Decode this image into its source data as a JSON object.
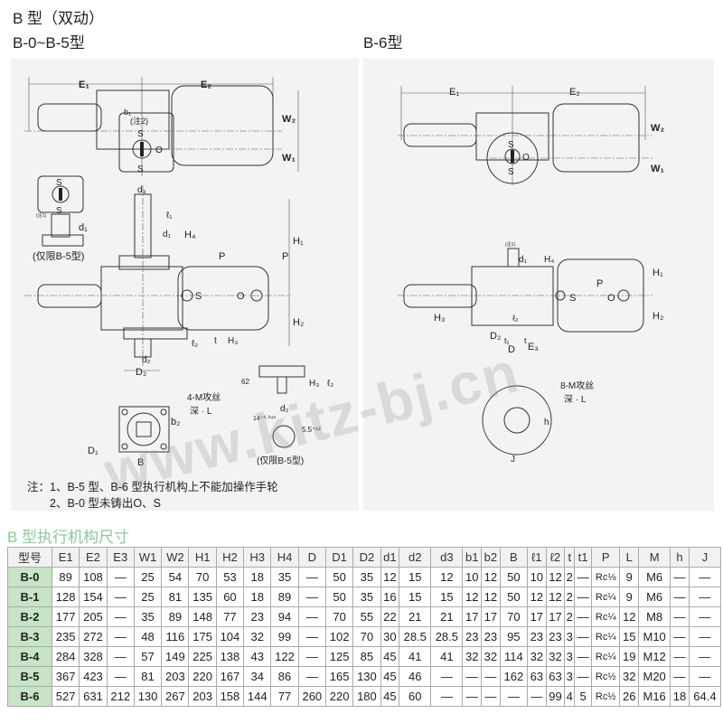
{
  "heading": {
    "title": "B 型（双动）",
    "sub_left": "B-0~B-5型",
    "sub_right": "B-6型"
  },
  "drawing_left": {
    "labels": {
      "e1": "E₁",
      "e2": "E₂",
      "w2": "W₂",
      "w1": "W₁",
      "b1": "b₁",
      "s": "S",
      "o": "O",
      "d3": "d₃",
      "l1": "ℓ₁",
      "d1": "d₁",
      "h4": "H₄",
      "h1": "H₁",
      "h2": "H₂",
      "h3": "H₃",
      "p": "P",
      "t": "t",
      "l2": "ℓ₂",
      "d2": "d₂",
      "D2": "D₂",
      "D1": "D₁",
      "b2": "b₂",
      "B": "B",
      "note1": "(注1)",
      "note2": "(注2)",
      "b5_only": "(仅限B-5型)",
      "b5_only2": "(仅限B-5型)",
      "tap": "4-M攻丝",
      "depth": "深 · L",
      "dim62": "62",
      "dim14": "14⁺⁰·⁰⁴³",
      "dim55": "5.5⁺¹²"
    }
  },
  "drawing_right": {
    "labels": {
      "e1": "E₁",
      "e2": "E₂",
      "w2": "W₂",
      "w1": "W₁",
      "s": "S",
      "o": "O",
      "p": "P",
      "d1": "d₁",
      "h4": "H₄",
      "h1": "H₁",
      "h2": "H₂",
      "h3": "H₃",
      "D2": "D₂",
      "D": "D",
      "E3": "E₃",
      "t1": "t₁",
      "t": "t",
      "l2": "ℓ₂",
      "note1": "(注1)",
      "tap": "8-M攻丝",
      "depth": "深 · L",
      "h": "h",
      "j": "J"
    }
  },
  "notes": {
    "line1": "注：1、B-5 型、B-6 型执行机构上不能加操作手轮",
    "line2": "2、B-0 型未铸出O、S"
  },
  "watermark": "www.kitz-bj.cn",
  "table": {
    "title": "B 型执行机构尺寸",
    "headers": [
      "型号",
      "E1",
      "E2",
      "E3",
      "W1",
      "W2",
      "H1",
      "H2",
      "H3",
      "H4",
      "D",
      "D1",
      "D2",
      "d1",
      "d2",
      "d3",
      "b1",
      "b2",
      "B",
      "ℓ1",
      "ℓ2",
      "t",
      "t1",
      "P",
      "L",
      "M",
      "h",
      "J"
    ],
    "rows": [
      [
        "B-0",
        "89",
        "108",
        "—",
        "25",
        "54",
        "70",
        "53",
        "18",
        "35",
        "—",
        "50",
        "35",
        "12",
        "15",
        "12",
        "10",
        "12",
        "50",
        "10",
        "12",
        "2",
        "—",
        "Rc⅛",
        "9",
        "M6",
        "—",
        "—"
      ],
      [
        "B-1",
        "128",
        "154",
        "—",
        "25",
        "81",
        "135",
        "60",
        "18",
        "89",
        "—",
        "50",
        "35",
        "16",
        "15",
        "15",
        "12",
        "12",
        "50",
        "12",
        "12",
        "2",
        "—",
        "Rc¼",
        "9",
        "M6",
        "—",
        "—"
      ],
      [
        "B-2",
        "177",
        "205",
        "—",
        "35",
        "89",
        "148",
        "77",
        "23",
        "94",
        "—",
        "70",
        "55",
        "22",
        "21",
        "21",
        "17",
        "17",
        "70",
        "17",
        "17",
        "2",
        "—",
        "Rc¼",
        "12",
        "M8",
        "—",
        "—"
      ],
      [
        "B-3",
        "235",
        "272",
        "—",
        "48",
        "116",
        "175",
        "104",
        "32",
        "99",
        "—",
        "102",
        "70",
        "30",
        "28.5",
        "28.5",
        "23",
        "23",
        "95",
        "23",
        "23",
        "3",
        "—",
        "Rc¼",
        "15",
        "M10",
        "—",
        "—"
      ],
      [
        "B-4",
        "284",
        "328",
        "—",
        "57",
        "149",
        "225",
        "138",
        "43",
        "122",
        "—",
        "125",
        "85",
        "45",
        "41",
        "41",
        "32",
        "32",
        "114",
        "32",
        "32",
        "3",
        "—",
        "Rc¼",
        "19",
        "M12",
        "—",
        "—"
      ],
      [
        "B-5",
        "367",
        "423",
        "—",
        "81",
        "203",
        "220",
        "167",
        "34",
        "86",
        "—",
        "165",
        "130",
        "45",
        "46",
        "—",
        "—",
        "—",
        "162",
        "63",
        "63",
        "3",
        "—",
        "Rc½",
        "32",
        "M20",
        "—",
        "—"
      ],
      [
        "B-6",
        "527",
        "631",
        "212",
        "130",
        "267",
        "203",
        "158",
        "144",
        "77",
        "260",
        "220",
        "180",
        "45",
        "60",
        "—",
        "—",
        "—",
        "—",
        "—",
        "99",
        "4",
        "5",
        "Rc½",
        "26",
        "M16",
        "18",
        "64.4"
      ]
    ]
  }
}
